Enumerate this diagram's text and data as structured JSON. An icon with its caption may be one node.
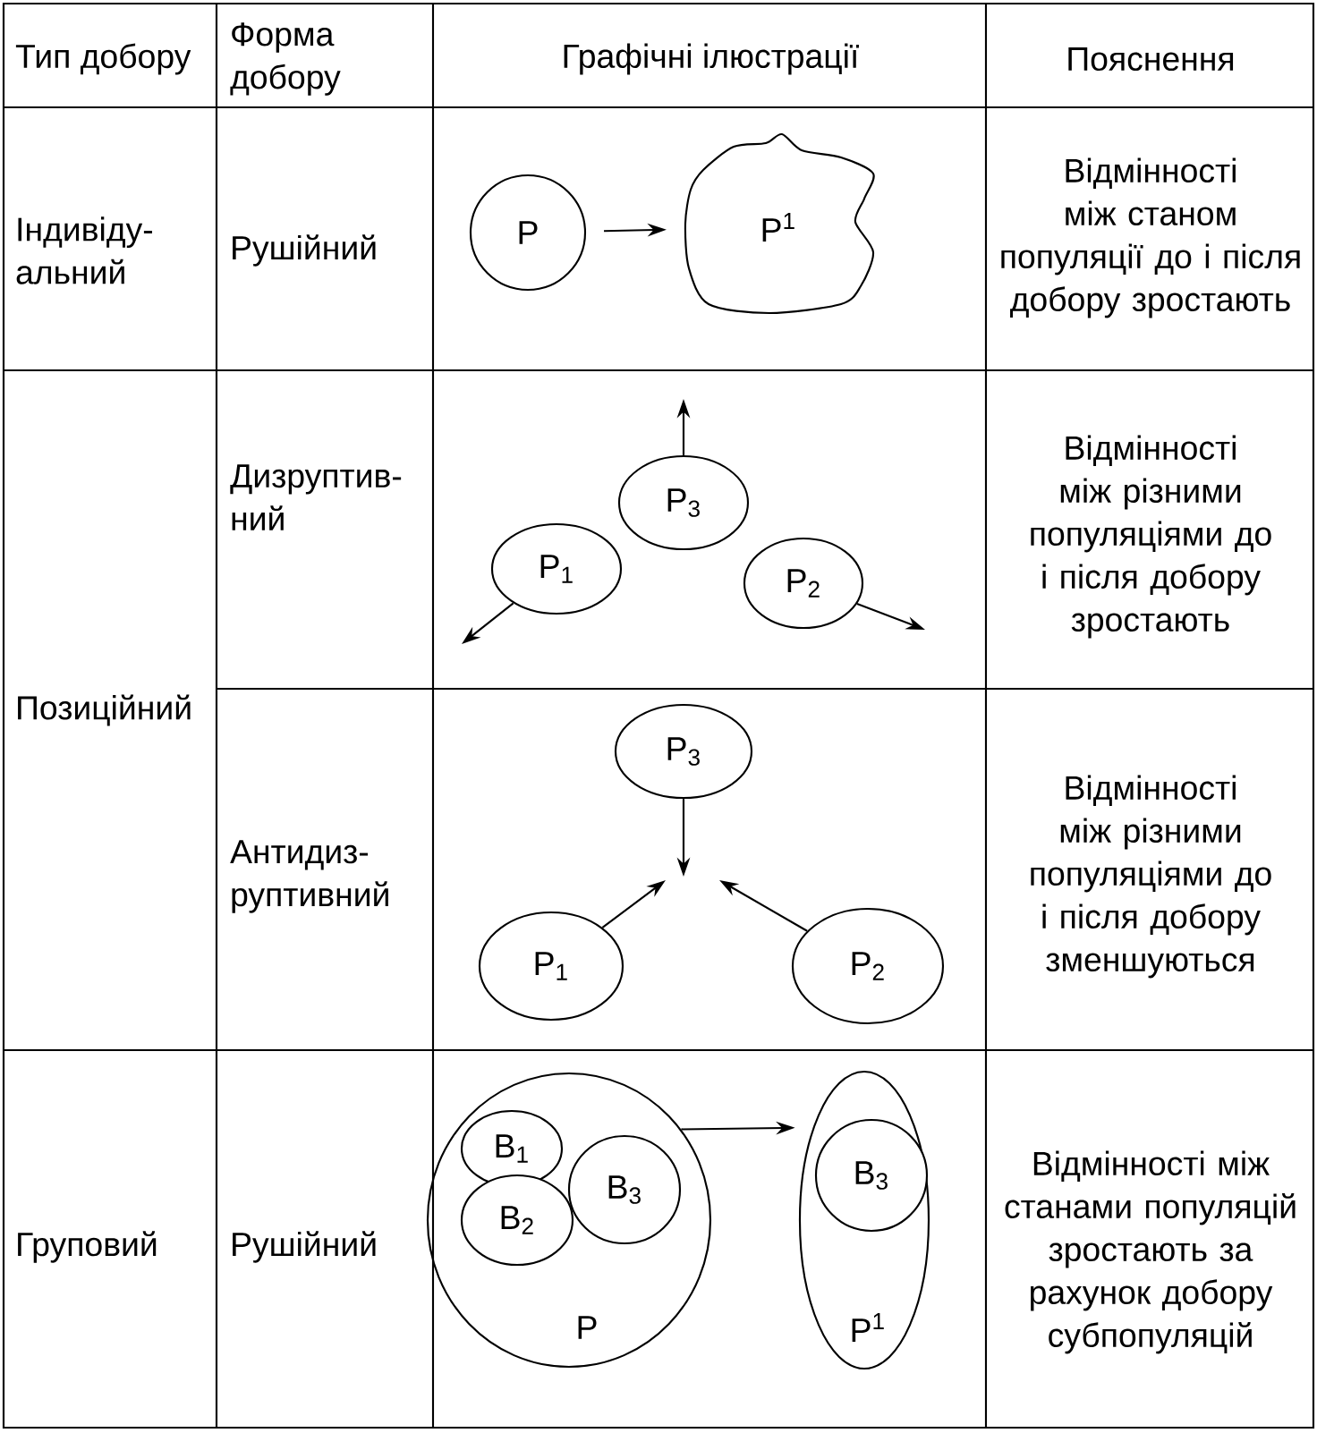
{
  "diagram": {
    "nodes": [
      {
        "text": [
          "P"
        ]
      },
      {
        "text": [
          "P$^{1}$"
        ]
      },
      {
        "text": [
          "P$_{3}$"
        ]
      },
      {
        "text": [
          "P$_{1}$"
        ]
      },
      {
        "text": [
          "P$_{2}$"
        ]
      },
      {
        "text": [
          "P$_{3}$"
        ]
      },
      {
        "text": [
          "P$_{1}$"
        ]
      },
      {
        "text": [
          "P$_{2}$"
        ]
      },
      {
        "text": [
          "P"
        ]
      },
      {
        "text": [
          "B$_{1}$"
        ],
        "in": 8
      },
      {
        "text": [
          "B$_{2}$"
        ],
        "in": 8
      },
      {
        "text": [
          "B$_{3}$"
        ],
        "in": 8
      },
      {
        "text": [
          "P$^{1}$"
        ]
      },
      {
        "text": [
          "B$_{3}$"
        ],
        "in": 12
      }
    ],
    "edges": [
      {
        "from": 0,
        "to": 1,
        "arrow": "to"
      },
      {
        "from": 2,
        "to": null,
        "arrow": "to"
      },
      {
        "from": 3,
        "to": null,
        "arrow": "to"
      },
      {
        "from": 4,
        "to": null,
        "arrow": "to"
      },
      {
        "from": 5,
        "to": null,
        "arrow": "to"
      },
      {
        "from": 6,
        "to": null,
        "arrow": "to"
      },
      {
        "from": 7,
        "to": null,
        "arrow": "to"
      },
      {
        "from": 8,
        "to": 12,
        "arrow": "to"
      }
    ],
    "labels": [
      "Тип добору",
      "Форма добору",
      "Графічні ілюстрації",
      "Пояснення",
      "Індивіду-альний",
      "Рушійний",
      "Відмінності між станом популяції до і після добору зростають",
      "Позиційний",
      "Дизруптив-ний",
      "Відмінності між різними популяціями до і після добору зростають",
      "Антидиз-руптивний",
      "Відмінності між різними популяціями до і після добору зменшуються",
      "Груповий",
      "Рушійний",
      "Відмінності між станами популяцій зростають за рахунок добору субпопуляцій"
    ]
  }
}
